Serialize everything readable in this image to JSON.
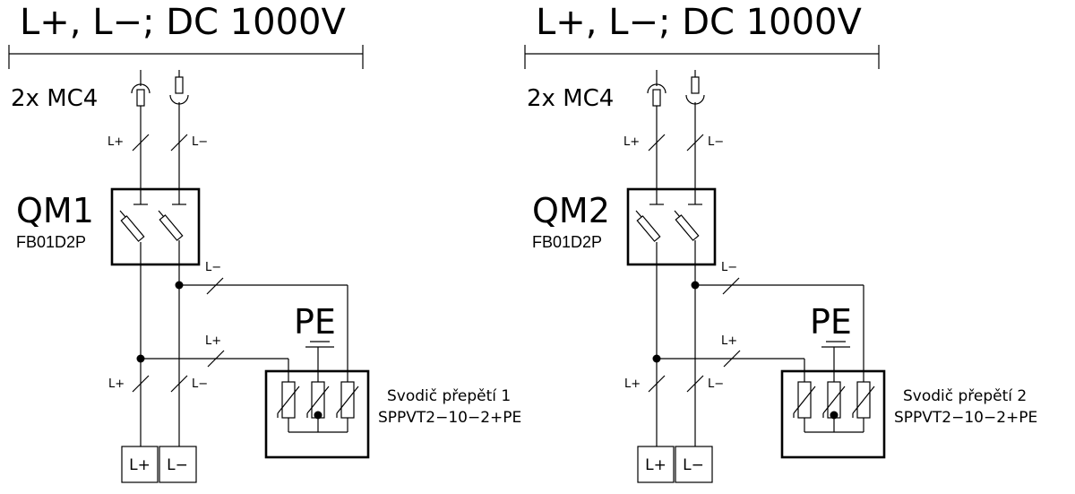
{
  "panels": [
    {
      "header": "L+, L−; DC 1000V",
      "connector": "2x MC4",
      "breaker_name": "QM1",
      "breaker_model": "FB01D2P",
      "protection_ground": "PE",
      "surge_arrester_name": "Svodič přepětí 1",
      "surge_arrester_model": "SPPVT2−10−2+PE",
      "wire_labels": {
        "plus": "L+",
        "minus": "L−"
      },
      "terminals": [
        "L+",
        "L−"
      ]
    },
    {
      "header": "L+, L−; DC 1000V",
      "connector": "2x MC4",
      "breaker_name": "QM2",
      "breaker_model": "FB01D2P",
      "protection_ground": "PE",
      "surge_arrester_name": "Svodič přepětí 2",
      "surge_arrester_model": "SPPVT2−10−2+PE",
      "wire_labels": {
        "plus": "L+",
        "minus": "L−"
      },
      "terminals": [
        "L+",
        "L−"
      ]
    }
  ]
}
